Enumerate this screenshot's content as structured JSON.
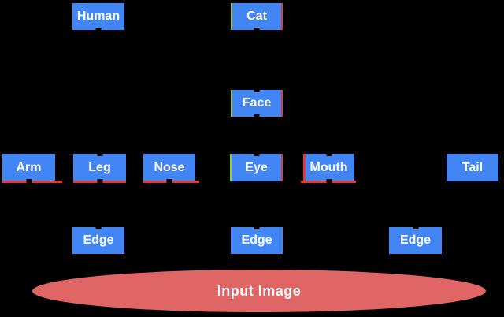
{
  "diagram": {
    "colors": {
      "bg": "#000000",
      "blue": "#4285F4",
      "text": "#FFFFFF",
      "red": "#E53935",
      "green": "#9ACB3C",
      "ellipse": "#E06666"
    },
    "nodes": {
      "human": {
        "label": "Human"
      },
      "cat": {
        "label": "Cat"
      },
      "face": {
        "label": "Face"
      },
      "arm": {
        "label": "Arm"
      },
      "leg": {
        "label": "Leg"
      },
      "nose": {
        "label": "Nose"
      },
      "eye": {
        "label": "Eye"
      },
      "mouth": {
        "label": "Mouth"
      },
      "tail": {
        "label": "Tail"
      },
      "edge_left": {
        "label": "Edge"
      },
      "edge_center": {
        "label": "Edge"
      },
      "edge_right": {
        "label": "Edge"
      }
    },
    "input_image": {
      "label": "Input Image"
    }
  }
}
